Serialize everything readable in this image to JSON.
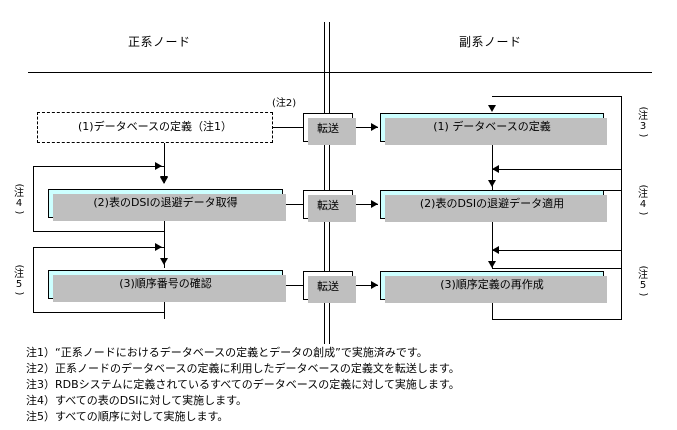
{
  "header": {
    "primary_node": "正系ノード",
    "secondary_node": "副系ノード"
  },
  "rows": [
    {
      "left_label": "(1)データベースの定義（注1）",
      "transfer_label": "転送",
      "right_label": "(1) データベースの定義",
      "left_note": "",
      "right_note": "注3",
      "top_note": "(注2)"
    },
    {
      "left_label": "(2)表のDSIの退避データ取得",
      "transfer_label": "転送",
      "right_label": "(2)表のDSIの退避データ適用",
      "left_note": "注4",
      "right_note": "注4",
      "top_note": ""
    },
    {
      "left_label": "(3)順序番号の確認",
      "transfer_label": "転送",
      "right_label": "(3)順序定義の再作成",
      "left_note": "注5",
      "right_note": "注5",
      "top_note": ""
    }
  ],
  "note_marks": {
    "n3": "注3",
    "n4a": "注4",
    "n4b": "注4",
    "n5a": "注5",
    "n5b": "注5",
    "paren_open": "(",
    "paren_close": ")"
  },
  "footnotes": [
    "注1）“正系ノードにおけるデータベースの定義とデータの創成”で実施済みです。",
    "注2）正系ノードのデータベースの定義に利用したデータベースの定義文を転送します。",
    "注3）RDBシステムに定義されているすべてのデータベースの定義に対して実施します。",
    "注4）すべての表のDSIに対して実施します。",
    "注5）すべての順序に対して実施します。"
  ],
  "colors": {
    "box_fill": "#ccffff",
    "shadow": "#bfbfbf",
    "line": "#000000",
    "background": "#ffffff"
  }
}
